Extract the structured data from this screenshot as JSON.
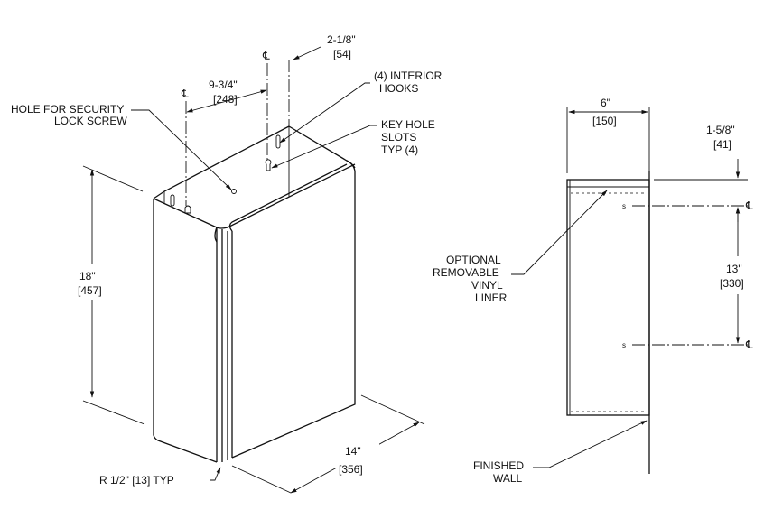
{
  "perspective_view": {
    "labels": {
      "hole_security_line1": "HOLE FOR SECURITY",
      "hole_security_line2": "LOCK SCREW",
      "interior_hooks_line1": "(4) INTERIOR",
      "interior_hooks_line2": "HOOKS",
      "key_hole_line1": "KEY HOLE",
      "key_hole_line2": "SLOTS",
      "key_hole_line3": "TYP (4)",
      "radius": "R 1/2\" [13] TYP"
    },
    "dimensions": {
      "top_offset_in": "2-1/8\"",
      "top_offset_mm": "[54]",
      "slot_spacing_in": "9-3/4\"",
      "slot_spacing_mm": "[248]",
      "height_in": "18\"",
      "height_mm": "[457]",
      "width_in": "14\"",
      "width_mm": "[356]"
    },
    "centerline_symbol": "℄"
  },
  "side_view": {
    "labels": {
      "liner_line1": "OPTIONAL",
      "liner_line2": "REMOVABLE",
      "liner_line3": "VINYL",
      "liner_line4": "LINER",
      "wall_line1": "FINISHED",
      "wall_line2": "WALL",
      "screw_mark": "s"
    },
    "dimensions": {
      "depth_in": "6\"",
      "depth_mm": "[150]",
      "top_to_cl_in": "1-5/8\"",
      "top_to_cl_mm": "[41]",
      "cl_spacing_in": "13\"",
      "cl_spacing_mm": "[330]"
    },
    "centerline_symbol": "℄"
  }
}
